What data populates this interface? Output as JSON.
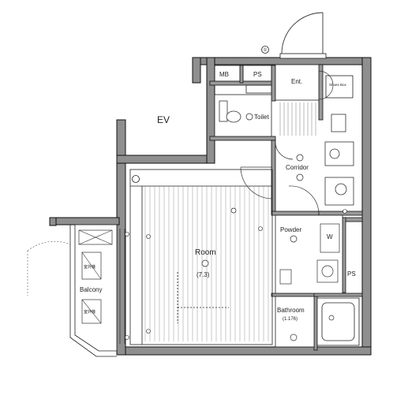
{
  "plan": {
    "labels": {
      "ev": "EV",
      "mb": "MB",
      "ps_top": "PS",
      "ent": "Ent.",
      "shoes_box": "Shoes Box",
      "toilet": "Toilet",
      "corridor": "Corridor",
      "room": "Room",
      "room_size": "(7.3)",
      "powder": "Powder",
      "w": "W",
      "ps_right": "PS",
      "bathroom": "Bathroom",
      "bathroom_size": "(1.176)",
      "balcony": "Balcony",
      "outdoor_unit_1": "室外機",
      "outdoor_unit_2": "室外機"
    },
    "marker_a": "①",
    "marker_b": "①"
  },
  "colors": {
    "wall": "#8a8a8a",
    "wall_dark": "#111111",
    "line": "#333333",
    "hatch": "#777777",
    "background": "#ffffff"
  }
}
